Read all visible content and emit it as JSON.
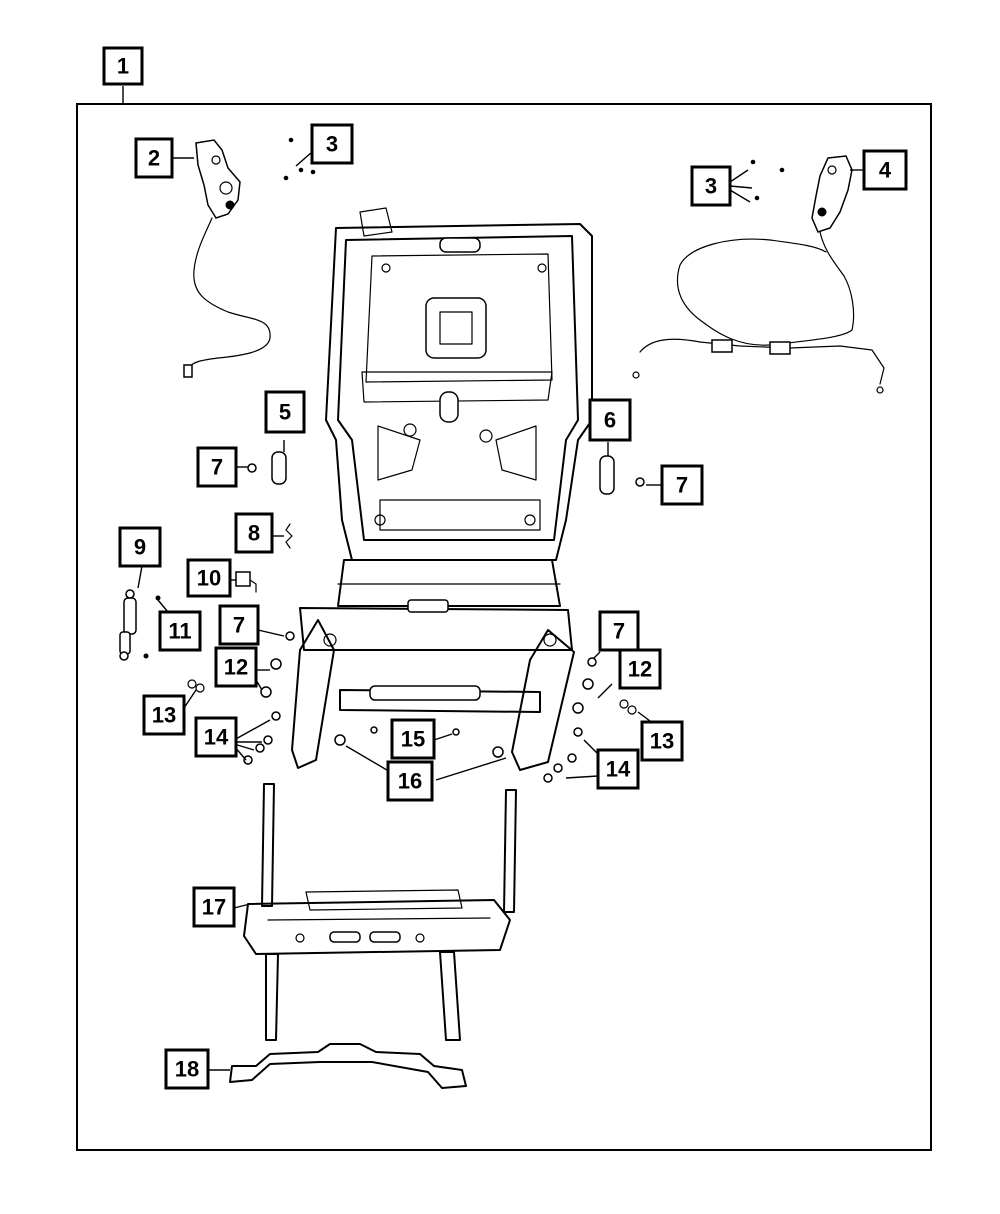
{
  "callouts": [
    "1",
    "2",
    "3",
    "3",
    "4",
    "5",
    "6",
    "7",
    "7",
    "7",
    "7",
    "8",
    "9",
    "10",
    "11",
    "12",
    "12",
    "13",
    "13",
    "14",
    "14",
    "15",
    "16",
    "17",
    "18"
  ]
}
